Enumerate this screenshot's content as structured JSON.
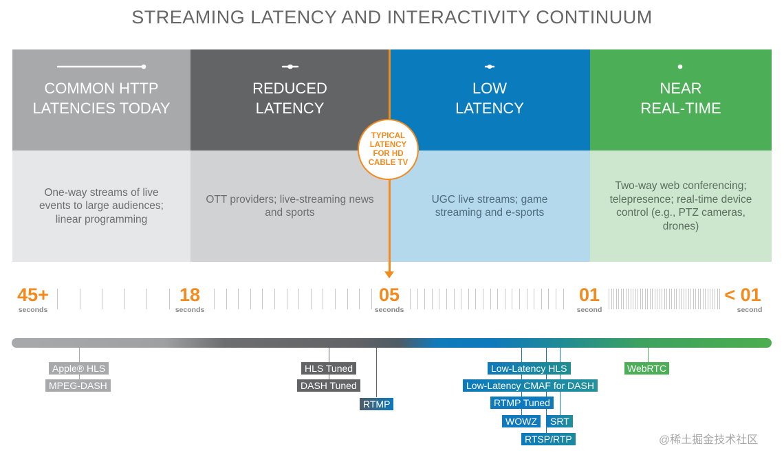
{
  "title": "STREAMING LATENCY AND INTERACTIVITY CONTINUUM",
  "columns": [
    {
      "heading_line1": "COMMON HTTP",
      "heading_line2": "LATENCIES TODAY",
      "icon": "long-latency-line-icon",
      "head_color": "#a7a9ab",
      "desc_color": "#e6e7e8",
      "text_color": "#6d6e70",
      "description": "One-way streams of live events to large audiences; linear programming"
    },
    {
      "heading_line1": "REDUCED",
      "heading_line2": "LATENCY",
      "icon": "short-latency-line-icon",
      "head_color": "#636466",
      "desc_color": "#d1d2d4",
      "text_color": "#6d6e70",
      "description": "OTT providers; live-streaming news and sports"
    },
    {
      "heading_line1": "LOW",
      "heading_line2": "LATENCY",
      "icon": "tiny-latency-line-icon",
      "head_color": "#0a7bbd",
      "desc_color": "#b5d9ec",
      "text_color": "#4e6b7c",
      "description": "UGC live streams; game streaming and e-sports"
    },
    {
      "heading_line1": "NEAR",
      "heading_line2": "REAL-TIME",
      "icon": "dot-icon",
      "head_color": "#4cae56",
      "desc_color": "#cde6ce",
      "text_color": "#5a6e5c",
      "description": "Two-way web conferencing; telepresence; real-time device control (e.g., PTZ cameras, drones)"
    }
  ],
  "marker": {
    "label": "TYPICAL LATENCY FOR HD CABLE TV",
    "color": "#f28a1d"
  },
  "scale": [
    {
      "value": "45+",
      "unit": "seconds"
    },
    {
      "value": "18",
      "unit": "seconds"
    },
    {
      "value": "05",
      "unit": "seconds"
    },
    {
      "value": "01",
      "unit": "second"
    },
    {
      "value": "< 01",
      "unit": "second"
    }
  ],
  "protocols": [
    {
      "label": "Apple® HLS",
      "color": "#a7a9ab"
    },
    {
      "label": "MPEG-DASH",
      "color": "#a7a9ab"
    },
    {
      "label": "HLS Tuned",
      "color": "#636466"
    },
    {
      "label": "DASH Tuned",
      "color": "#636466"
    },
    {
      "label": "RTMP",
      "color": "#4d5c66"
    },
    {
      "label": "Low-Latency HLS",
      "color": "#0e79bc"
    },
    {
      "label": "Low-Latency CMAF for DASH",
      "color": "#0e79bc"
    },
    {
      "label": "RTMP Tuned",
      "color": "#0e79bc"
    },
    {
      "label": "WOWZ",
      "color": "#0e79bc"
    },
    {
      "label": "SRT",
      "color": "#1a8aa0"
    },
    {
      "label": "RTSP/RTP",
      "color": "#0e79bc"
    },
    {
      "label": "WebRTC",
      "color": "#4cae56"
    }
  ],
  "watermark": "@稀土掘金技术社区"
}
